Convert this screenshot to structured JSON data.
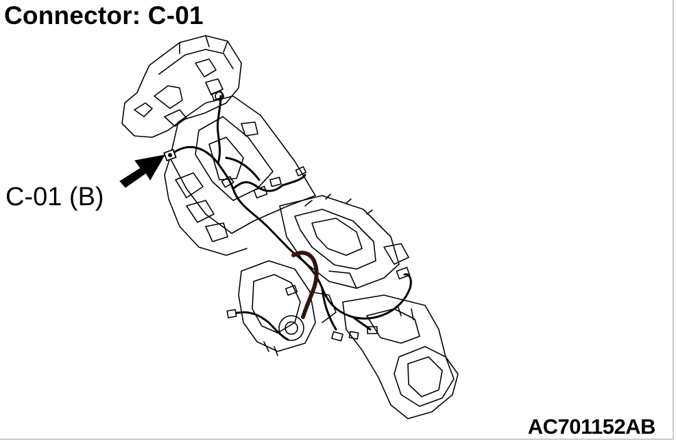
{
  "title": "Connector: C-01",
  "callout_label": "C-01 (B)",
  "figure_code": "AC701152AB",
  "colors": {
    "line": "#000000",
    "harness_highlight": "#3a1a10",
    "background": "#ffffff"
  }
}
